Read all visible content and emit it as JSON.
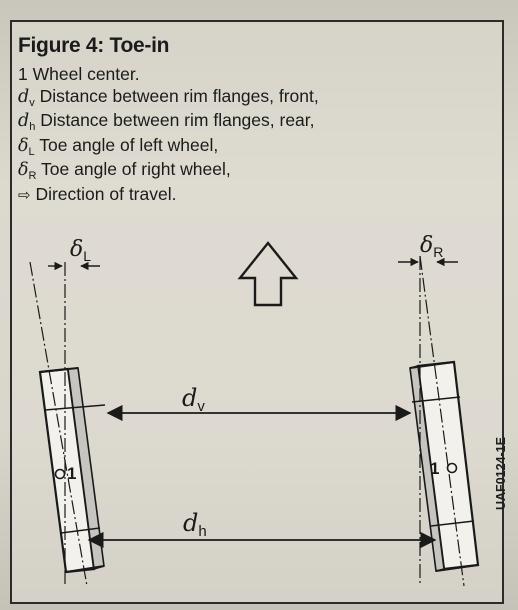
{
  "figure": {
    "title": "Figure 4: Toe-in",
    "legend": [
      {
        "symbol_main": "1",
        "symbol_sub": "",
        "text": "Wheel center."
      },
      {
        "symbol_main": "d",
        "symbol_sub": "v",
        "text": "Distance between rim flanges, front,"
      },
      {
        "symbol_main": "d",
        "symbol_sub": "h",
        "text": "Distance between rim flanges, rear,"
      },
      {
        "symbol_main": "δ",
        "symbol_sub": "L",
        "text": "Toe angle of left wheel,"
      },
      {
        "symbol_main": "δ",
        "symbol_sub": "R",
        "text": "Toe angle of right wheel,"
      },
      {
        "symbol_main": "⇨",
        "symbol_sub": "",
        "text": "Direction of travel."
      }
    ],
    "diagram": {
      "delta_left": {
        "main": "δ",
        "sub": "L"
      },
      "delta_right": {
        "main": "δ",
        "sub": "R"
      },
      "dim_front": {
        "main": "d",
        "sub": "v"
      },
      "dim_rear": {
        "main": "d",
        "sub": "h"
      },
      "wheel_center_left": "1",
      "wheel_center_right": "1"
    },
    "code": "UAF0124-1E"
  }
}
